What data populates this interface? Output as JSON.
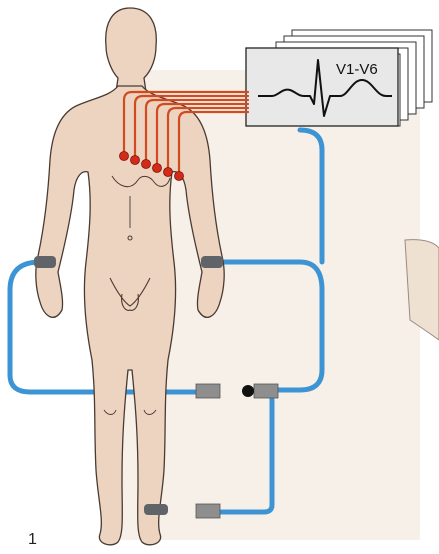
{
  "figure": {
    "panel_number": "1",
    "ecg_lead_label": "V1-V6",
    "electrode_count": 6,
    "colors": {
      "background_paper": "#f4ede3",
      "skin": "#ecd4c0",
      "skin_outline": "#4a3a32",
      "lead_wire": "#d24a20",
      "electrode": "#d42a1a",
      "cable_blue": "#3d94d4",
      "cable_grey": "#8e8e8e",
      "strap": "#606468",
      "junction": "#111111"
    }
  }
}
